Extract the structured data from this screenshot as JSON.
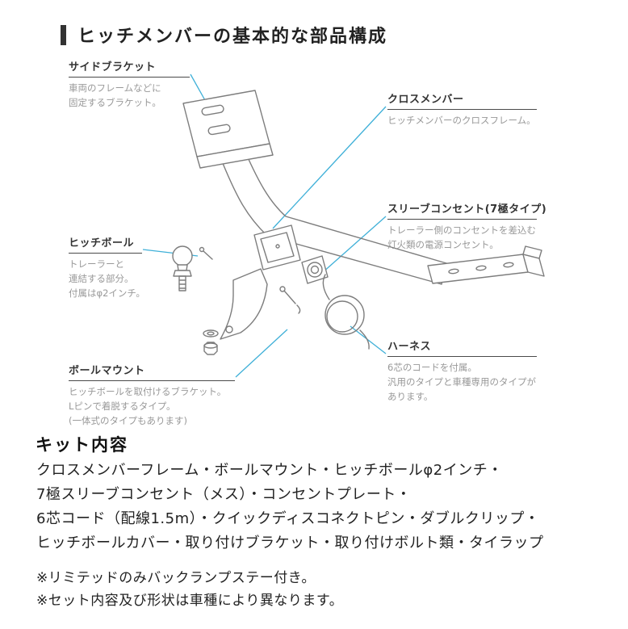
{
  "page": {
    "title": "ヒッチメンバーの基本的な部品構成"
  },
  "colors": {
    "leader_accent": "#3fb0d8",
    "drawing_outline": "#7d7d7d",
    "text_primary": "#222222",
    "text_secondary": "#999999"
  },
  "callouts": [
    {
      "id": "side-bracket",
      "label": "サイドブラケット",
      "desc": [
        "車両のフレームなどに",
        "固定するブラケット。"
      ]
    },
    {
      "id": "cross-member",
      "label": "クロスメンバー",
      "desc": [
        "ヒッチメンバーのクロスフレーム。"
      ]
    },
    {
      "id": "sleeve-outlet",
      "label": "スリーブコンセント(7極タイプ)",
      "desc": [
        "トレーラー側のコンセントを差込む",
        "灯火類の電源コンセント。"
      ]
    },
    {
      "id": "hitch-ball",
      "label": "ヒッチボール",
      "desc": [
        "トレーラーと",
        "連結する部分。",
        "付属はφ2インチ。"
      ]
    },
    {
      "id": "harness",
      "label": "ハーネス",
      "desc": [
        "6芯のコードを付属。",
        "汎用のタイプと車種専用のタイプが",
        "あります。"
      ]
    },
    {
      "id": "ball-mount",
      "label": "ボールマウント",
      "desc": [
        "ヒッチボールを取付けるブラケット。",
        "Lピンで着脱するタイプ。",
        "(一体式のタイプもあります)"
      ]
    }
  ],
  "kit": {
    "heading": "キット内容",
    "lines": [
      "クロスメンバーフレーム・ボールマウント・ヒッチボールφ2インチ・",
      "7極スリーブコンセント（メス）・コンセントプレート・",
      "6芯コード（配線1.5m）・クイックディスコネクトピン・ダブルクリップ・",
      "ヒッチボールカバー・取り付けブラケット・取り付けボルト類・タイラップ"
    ],
    "notes": [
      "※リミテッドのみバックランプステー付き。",
      "※セット内容及び形状は車種により異なります。"
    ]
  }
}
